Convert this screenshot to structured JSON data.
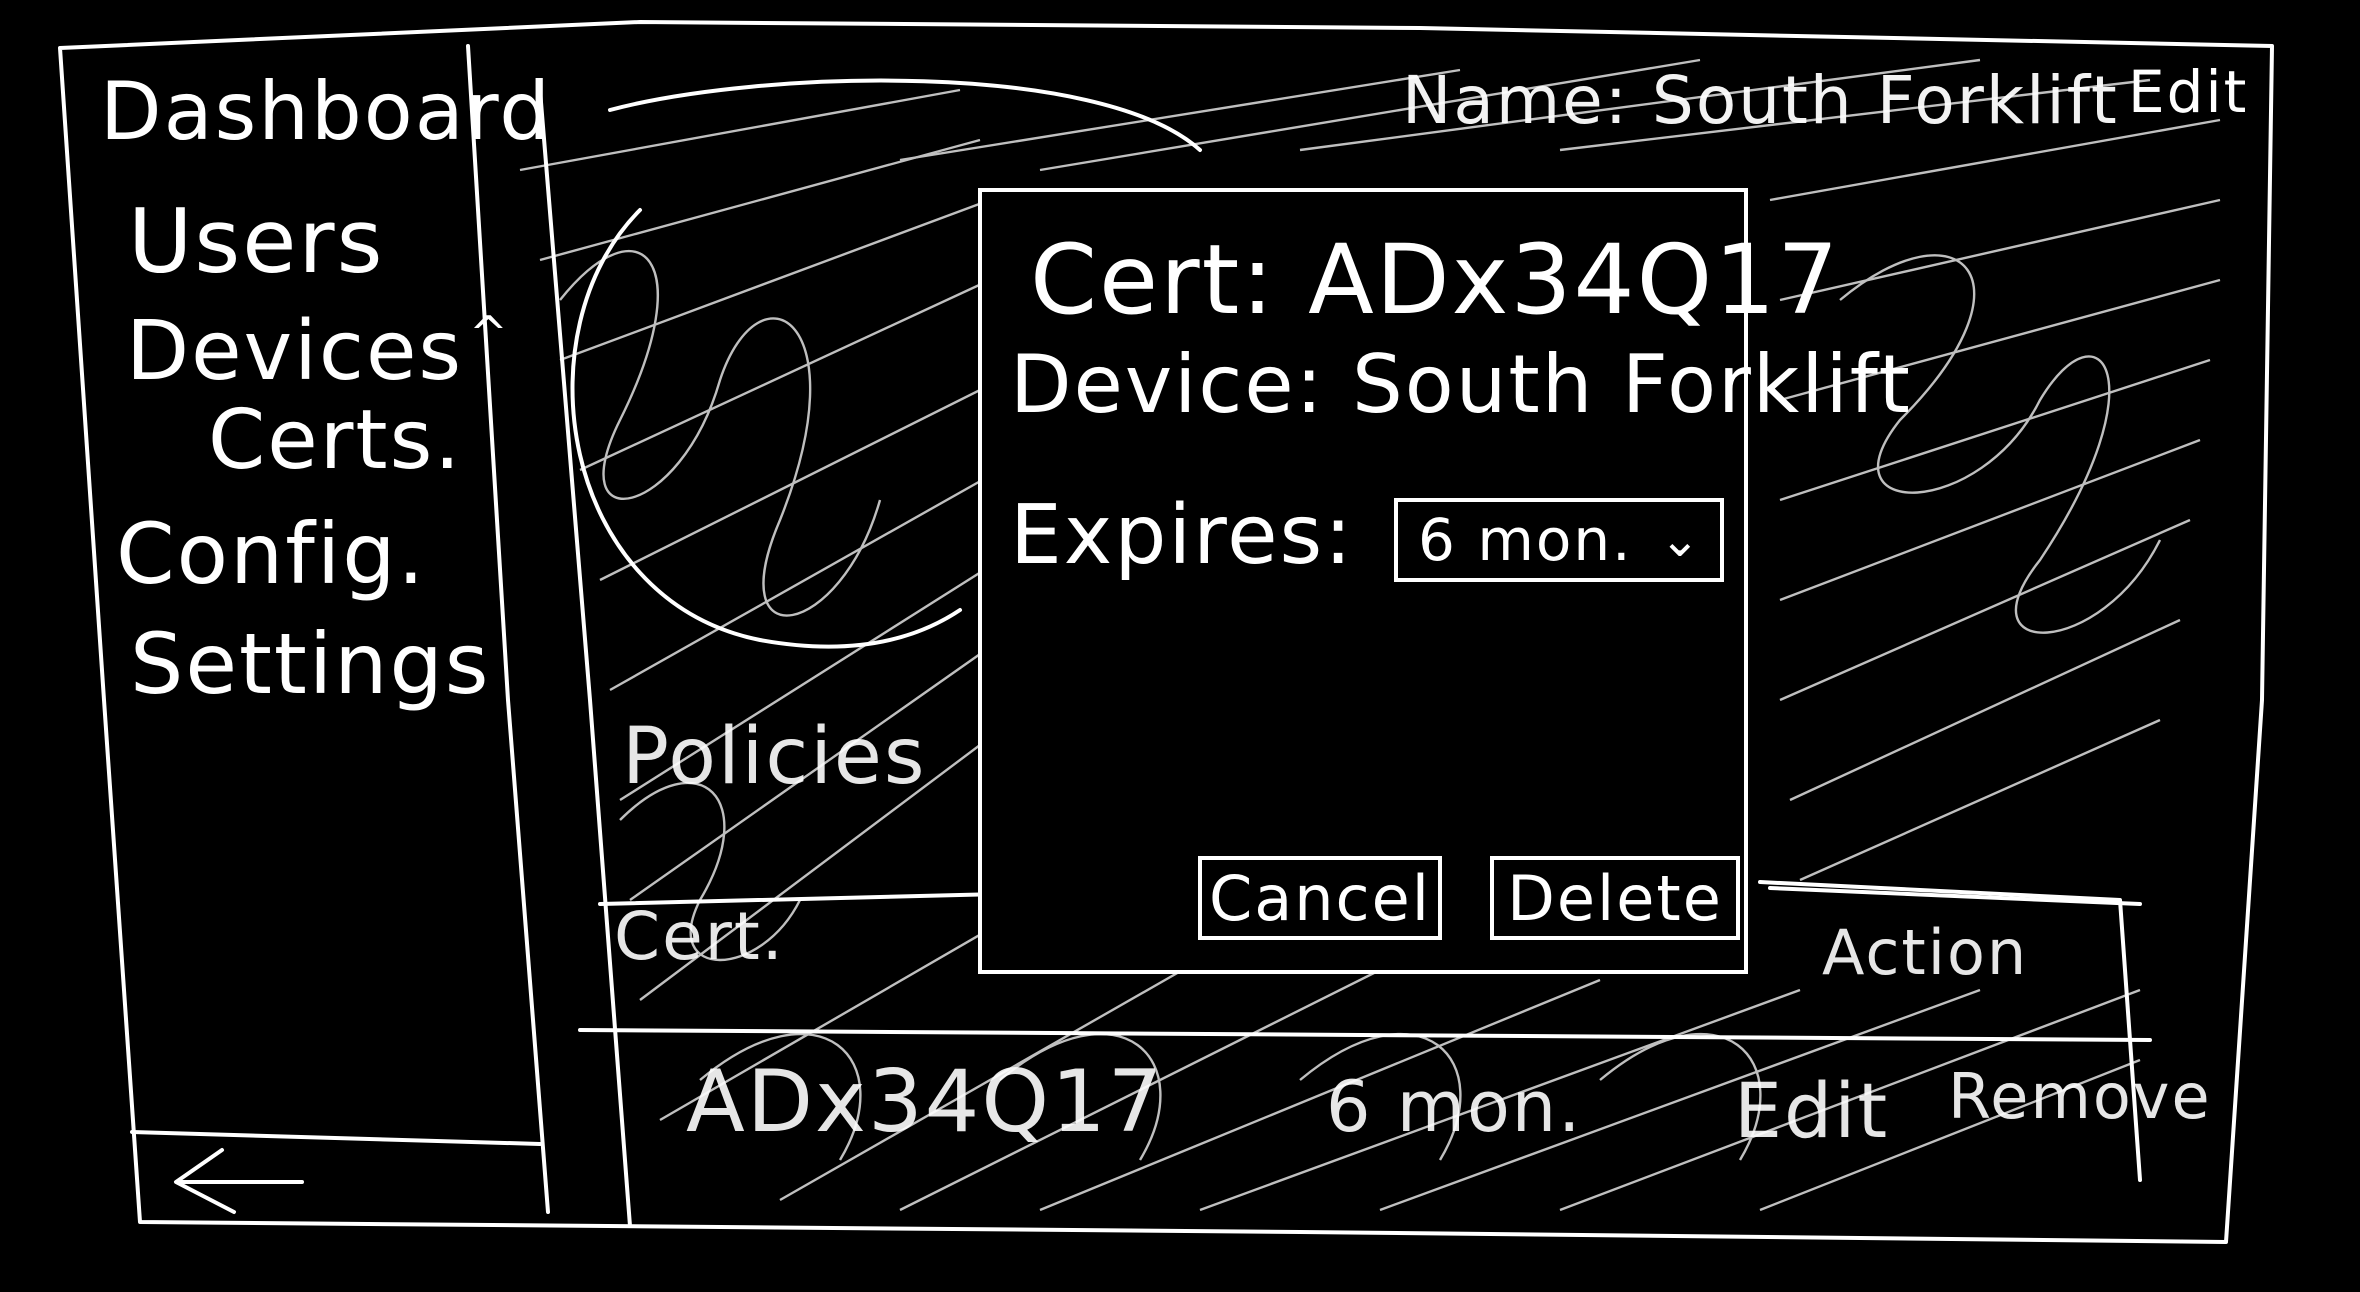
{
  "sidebar": {
    "items": [
      {
        "label": "Dashboard"
      },
      {
        "label": "Users"
      },
      {
        "label": "Devices",
        "expanded_glyph": "^"
      },
      {
        "label": "Certs."
      },
      {
        "label": "Config."
      },
      {
        "label": "Settings"
      }
    ],
    "back_glyph": "←"
  },
  "header": {
    "title": "Name: South Forklift",
    "edit_label": "Edit"
  },
  "background": {
    "section_label": "Policies",
    "table": {
      "columns": [
        "Cert.",
        "Action"
      ],
      "row": {
        "cert": "ADx34Q17",
        "expiry": "6 mon.",
        "edit": "Edit",
        "remove": "Remove"
      }
    }
  },
  "modal": {
    "cert_line": "Cert: ADx34Q17",
    "device_line": "Device: South Forklift",
    "expires_label": "Expires:",
    "expires_value": "6 mon.",
    "expires_chevron": "⌄",
    "cancel_label": "Cancel",
    "delete_label": "Delete"
  },
  "colors": {
    "background": "#000000",
    "ink": "#ffffff"
  }
}
